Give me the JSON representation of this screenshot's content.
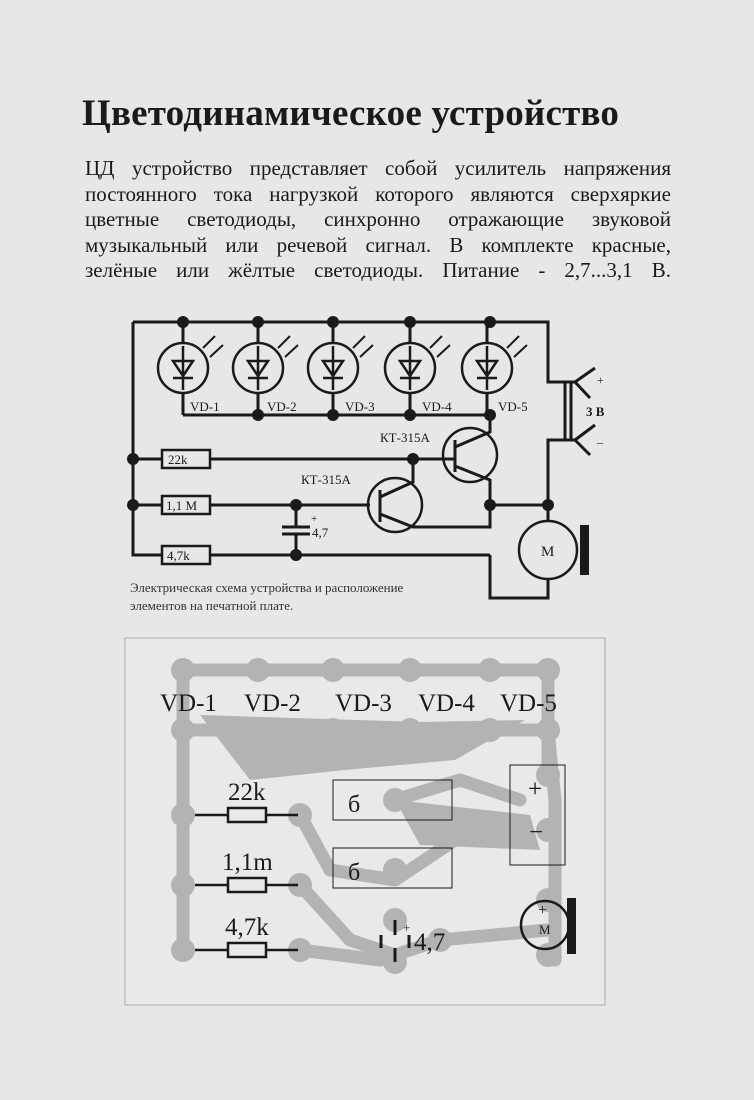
{
  "title": "Цветодинамическое устройство",
  "paragraph": [
    "ЦД устройство представляет собой усилитель напряжения",
    "постоянного тока нагрузкой которого являются сверхяркие",
    "цветные  светодиоды,  синхронно  отражающие  звуковой",
    "музыкальный или  речевой  сигнал.   В комплекте красные,",
    "зелёные  или  жёлтые  светодиоды.      Питание - 2,7...3,1 В."
  ],
  "schematic": {
    "leds": [
      "VD-1",
      "VD-2",
      "VD-3",
      "VD-4",
      "VD-5"
    ],
    "transistor1": "КТ-315А",
    "transistor2": "КТ-315А",
    "r1": "22k",
    "r2": "1,1 M",
    "r3": "4,7k",
    "cap_plus": "+",
    "cap": "4,7",
    "motor": "M",
    "plus": "+",
    "minus": "–",
    "voltage": "3 В",
    "caption": [
      "Электрическая схема устройства и расположение",
      "элементов на печатной плате."
    ]
  },
  "pcb": {
    "leds": [
      "VD-1",
      "VD-2",
      "VD-3",
      "VD-4",
      "VD-5"
    ],
    "r1": "22k",
    "r2": "1,1m",
    "r3": "4,7k",
    "t1": "б",
    "t2": "б",
    "plus": "+",
    "minus": "−",
    "cap_plus": "+",
    "cap": "4,7",
    "motor": "M"
  }
}
